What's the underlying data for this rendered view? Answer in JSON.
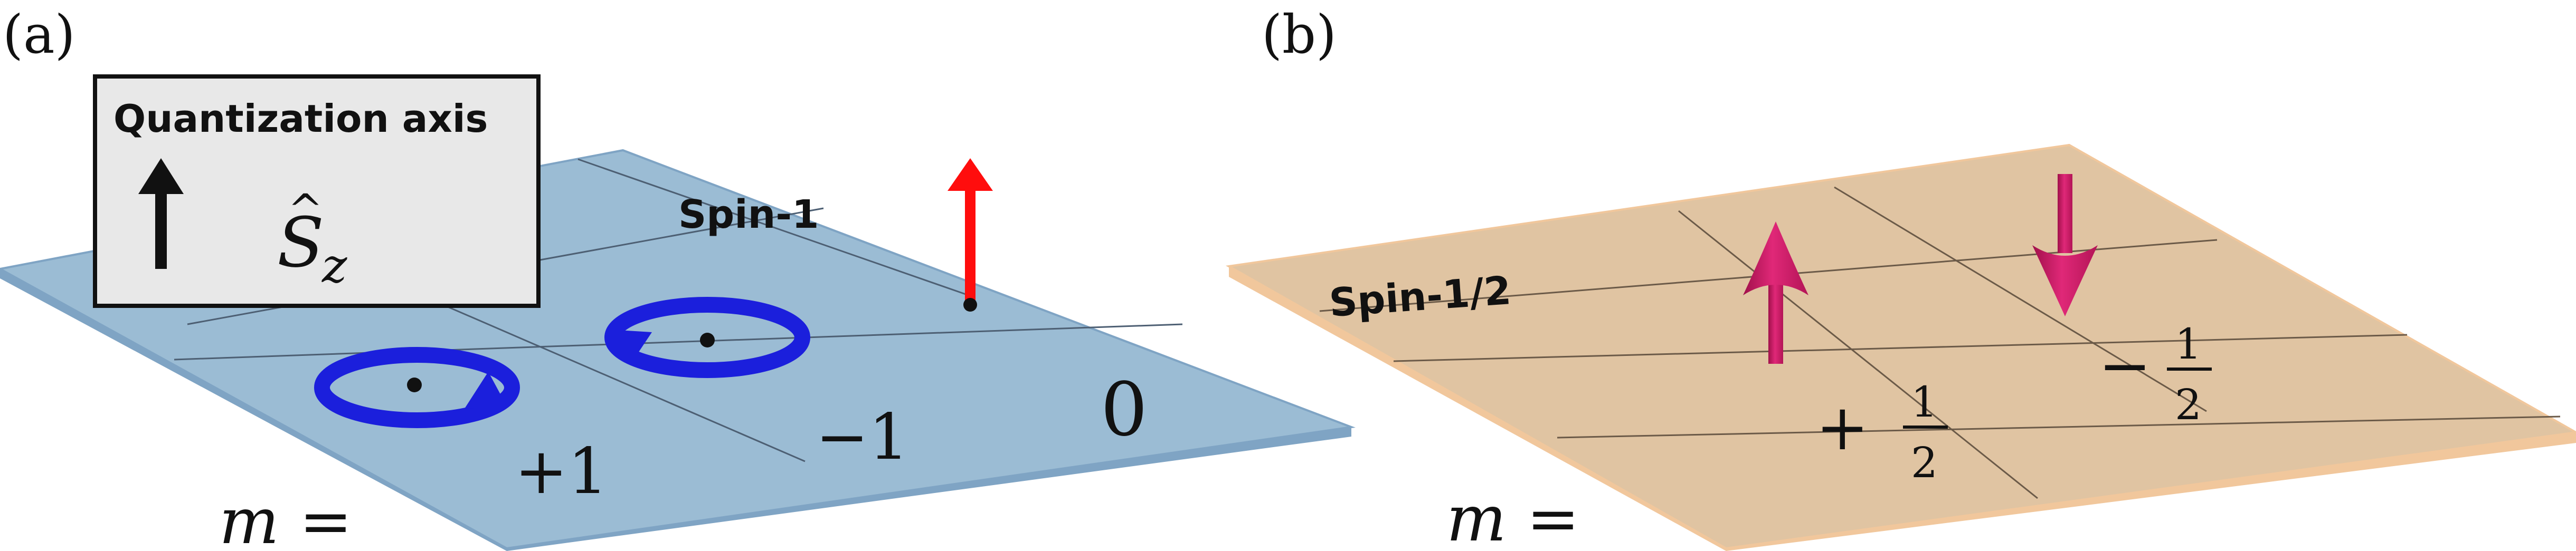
{
  "panel_a": {
    "label": "(a)",
    "legend": {
      "title": "Quantization axis",
      "operator_base": "S",
      "operator_sub": "z",
      "operator_hat": "^"
    },
    "spin_label": "Spin-1",
    "m_prefix": "m =",
    "m_values": [
      "+1",
      "−1",
      "0"
    ],
    "colors": {
      "plate_top": "#9bbcd4",
      "plate_side": "#7fa4c4",
      "circular_arrow": "#1b1fdc",
      "linear_arrow": "#ff0d0d",
      "grid": "#4d5f73"
    },
    "icons": [
      "circular-arrow-icon",
      "circular-arrow-icon",
      "up-arrow-icon",
      "quantization-arrow-icon"
    ]
  },
  "panel_b": {
    "label": "(b)",
    "spin_label": "Spin-1/2",
    "m_prefix": "m =",
    "m_values": [
      {
        "sign": "+",
        "num": "1",
        "den": "2"
      },
      {
        "sign": "−",
        "num": "1",
        "den": "2"
      }
    ],
    "colors": {
      "plate_top": "#e0c4a2",
      "plate_side": "#f1c79c",
      "spin_arrow": "#d41a64",
      "grid": "#6b5a48"
    },
    "icons": [
      "spin-up-arrow-icon",
      "spin-down-arrow-icon"
    ]
  }
}
